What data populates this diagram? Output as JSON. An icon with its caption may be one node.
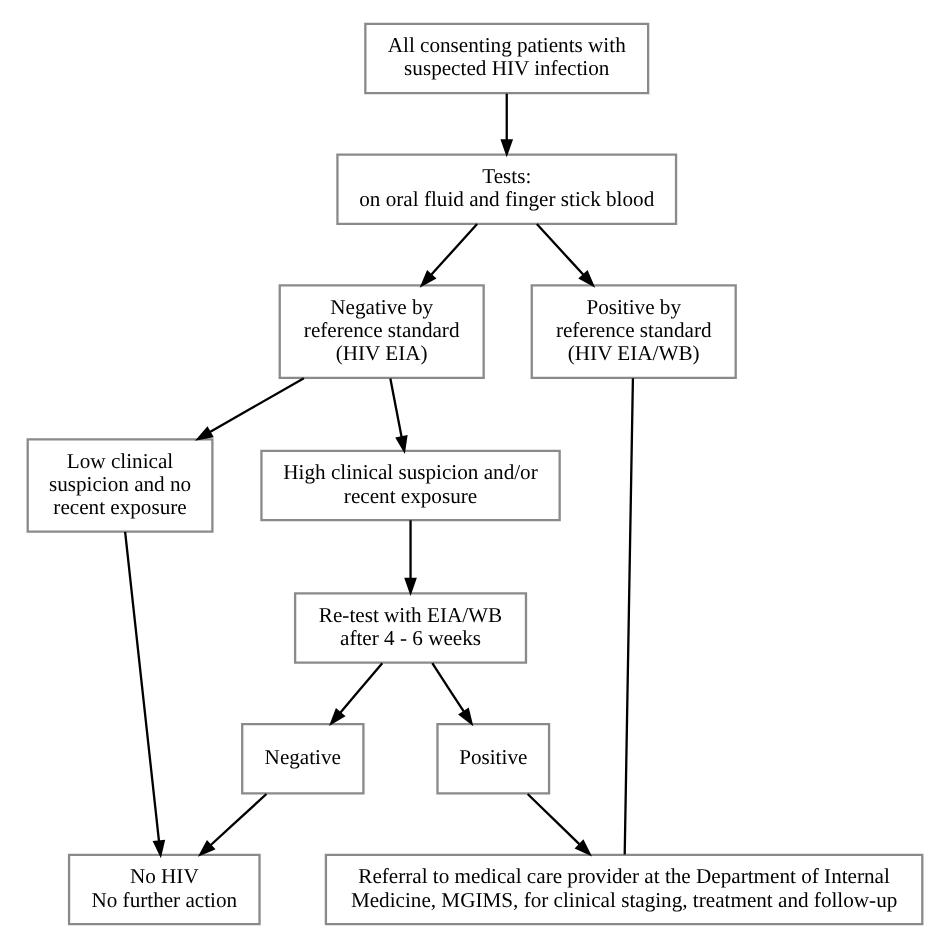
{
  "diagram": {
    "nodes": [
      {
        "text": [
          "All consenting patients with suspected HIV infection"
        ]
      },
      {
        "text": [
          "Tests:",
          "on oral fluid and finger stick blood"
        ]
      },
      {
        "text": [
          "Negative by reference standard (HIV EIA)"
        ]
      },
      {
        "text": [
          "Positive by reference standard (HIV EIA/WB)"
        ]
      },
      {
        "text": [
          "Low clinical suspicion and no recent exposure"
        ]
      },
      {
        "text": [
          "High clinical suspicion and/or recent exposure"
        ]
      },
      {
        "text": [
          "Re-test with EIA/WB after 4 - 6 weeks"
        ]
      },
      {
        "text": [
          "Negative"
        ]
      },
      {
        "text": [
          "Positive"
        ]
      },
      {
        "text": [
          "No HIV",
          "No further action"
        ]
      },
      {
        "text": [
          "Referral to medical care provider at the Department of Internal Medicine, MGIMS, for clinical staging, treatment and follow-up"
        ]
      }
    ],
    "edges": [
      {
        "from": 0,
        "to": 1,
        "arrow": "to"
      },
      {
        "from": 1,
        "to": 2,
        "arrow": "to"
      },
      {
        "from": 1,
        "to": 3,
        "arrow": "to"
      },
      {
        "from": 2,
        "to": 4,
        "arrow": "to"
      },
      {
        "from": 2,
        "to": 5,
        "arrow": "to"
      },
      {
        "from": 5,
        "to": 6,
        "arrow": "to"
      },
      {
        "from": 6,
        "to": 7,
        "arrow": "to"
      },
      {
        "from": 6,
        "to": 8,
        "arrow": "to"
      },
      {
        "from": 4,
        "to": 9,
        "arrow": "to"
      },
      {
        "from": 7,
        "to": 9,
        "arrow": "to"
      },
      {
        "from": 8,
        "to": 10,
        "arrow": "to"
      },
      {
        "from": 3,
        "to": 10,
        "arrow": "none"
      }
    ]
  }
}
